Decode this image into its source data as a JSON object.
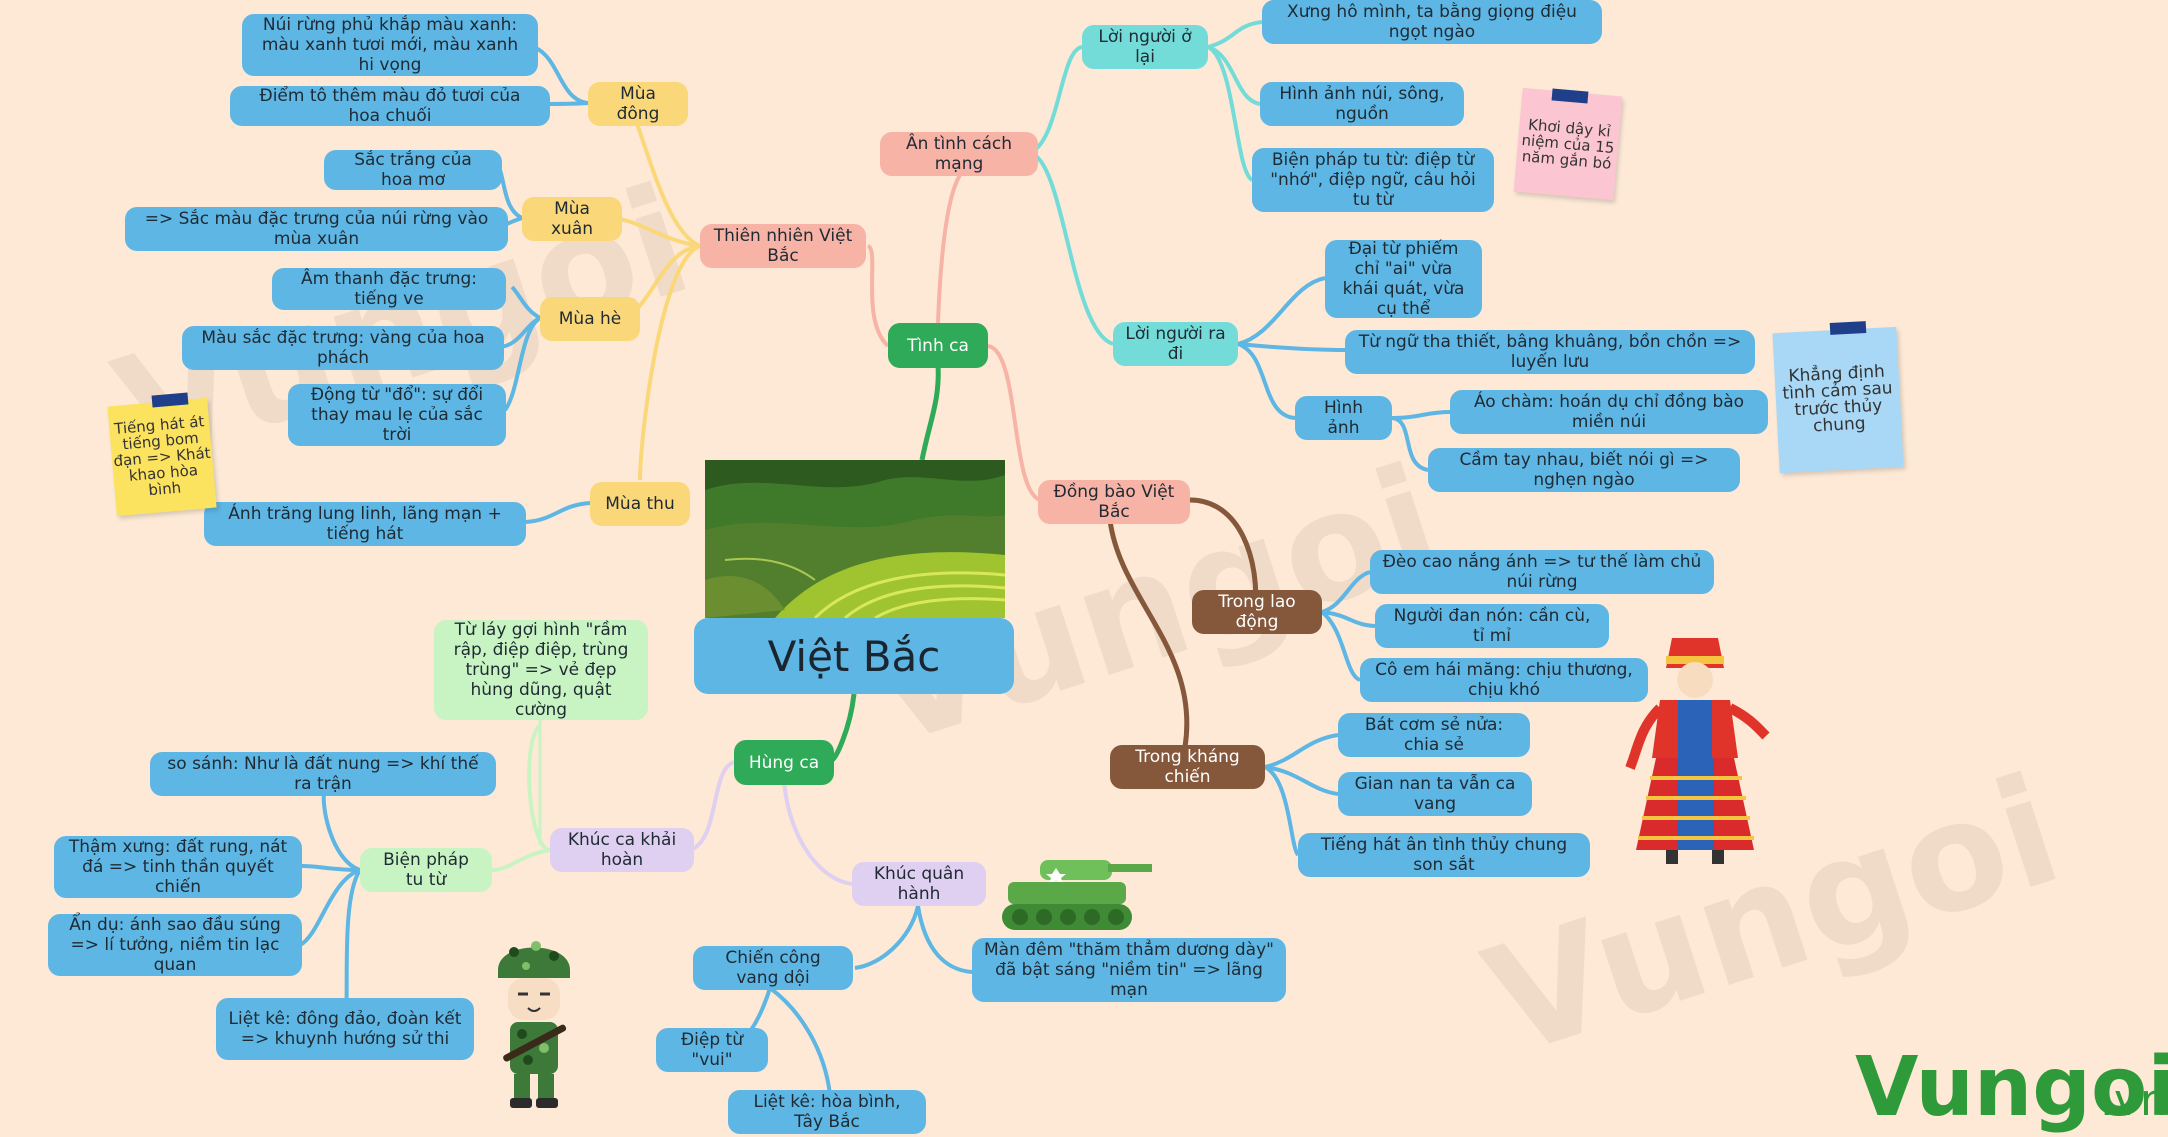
{
  "root": {
    "label": "Việt Bắc"
  },
  "branches": {
    "tinh_ca": "Tình ca",
    "hung_ca": "Hùng ca",
    "thien_nhien": "Thiên nhiên Việt Bắc",
    "an_tinh": "Ân tình cách mạng",
    "dong_bao": "Đồng bào Việt Bắc",
    "khuc_ca": "Khúc ca khải hoàn",
    "khuc_quan": "Khúc quân hành"
  },
  "seasons": {
    "mua_dong": "Mùa đông",
    "mua_xuan": "Mùa xuân",
    "mua_he": "Mùa hè",
    "mua_thu": "Mùa thu"
  },
  "details": {
    "dong_1": "Núi rừng phủ khắp màu xanh: màu xanh tươi mới, màu xanh hi vọng",
    "dong_2": "Điểm tô thêm màu đỏ tươi của hoa chuối",
    "xuan_1": "Sắc trắng của hoa mơ",
    "xuan_2": "=> Sắc màu đặc trưng của núi rừng vào mùa xuân",
    "he_1": "Âm thanh đặc trưng: tiếng ve",
    "he_2": "Màu sắc đặc trưng: vàng của hoa phách",
    "he_3": "Động từ \"đổ\": sự đổi thay mau lẹ của sắc trời",
    "thu_1": "Ánh trăng lung linh, lãng mạn + tiếng hát",
    "loi_o": "Lời người ở lại",
    "loi_o_1": "Xưng hô mình, ta bằng giọng điệu ngọt ngào",
    "loi_o_2": "Hình ảnh núi, sông, nguồn",
    "loi_o_3": "Biện pháp tu từ: điệp từ \"nhớ\", điệp ngữ, câu hỏi tu từ",
    "loi_di": "Lời người ra đi",
    "loi_di_1": "Đại từ phiếm chỉ \"ai\" vừa khái quát, vừa cụ thể",
    "loi_di_2": "Từ ngữ tha thiết, bâng khuâng, bồn chồn => luyến lưu",
    "hinh_anh": "Hình ảnh",
    "hinh_anh_1": "Áo chàm: hoán dụ chỉ đồng bào miền núi",
    "hinh_anh_2": "Cầm tay nhau, biết nói gì => nghẹn ngào",
    "lao_dong": "Trong lao động",
    "lao_dong_1": "Đèo cao nắng ánh => tư thế làm chủ núi rừng",
    "lao_dong_2": "Người đan nón: cần cù, tỉ mỉ",
    "lao_dong_3": "Cô em hái măng: chịu thương, chịu khó",
    "khang_chien": "Trong kháng chiến",
    "khang_chien_1": "Bát cơm sẻ nửa: chia sẻ",
    "khang_chien_2": "Gian nan ta vẫn ca vang",
    "khang_chien_3": "Tiếng hát ân tình thủy chung son sắt",
    "tu_lay": "Từ láy gợi hình \"rầm rập, điệp điệp, trùng trùng\" => vẻ đẹp hùng dũng, quật cường",
    "bien_phap": "Biện pháp tu từ",
    "bp_1": "so sánh: Như là đất nung => khí thế ra trận",
    "bp_2": "Thậm xưng: đất rung, nát đá => tinh thần quyết chiến",
    "bp_3": "Ẩn dụ: ánh sao đầu súng => lí tưởng, niềm tin lạc quan",
    "bp_4": "Liệt kê: đông đảo, đoàn kết => khuynh hướng sử thi",
    "chien_cong": "Chiến công vang dội",
    "diep_tu": "Điệp từ \"vui\"",
    "liet_ke": "Liệt kê: hòa bình, Tây Bắc",
    "man_dem": "Màn đêm \"thăm thẳm dương dày\" đã bật sáng \"niềm tin\" => lãng mạn"
  },
  "notes": {
    "note_yellow": "Tiếng hát át tiếng bom đạn => Khát khao hòa bình",
    "note_pink": "Khơi dậy kỉ niệm của 15 năm gắn bó",
    "note_blue": "Khẳng định tình cảm sau trước thủy chung"
  },
  "logo": {
    "main": "Vungoi",
    "suffix": ".vn"
  },
  "colors": {
    "background": "#fde9d6",
    "leaf": "#5db6e4",
    "season": "#fad879",
    "branch_pink": "#f6b3a6",
    "hub_green": "#2eaa58",
    "teal": "#74dcd8",
    "brown": "#85583c",
    "light_green": "#c8f4c4",
    "lavender": "#dfcff0"
  }
}
